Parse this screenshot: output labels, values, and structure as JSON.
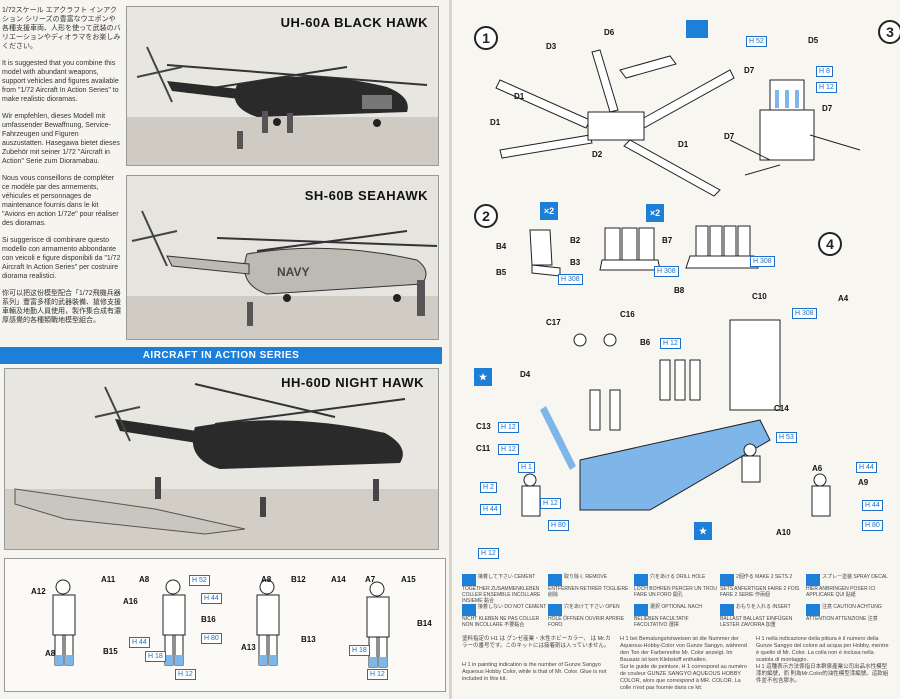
{
  "intro": {
    "jp": "1/72スケール エアクラフト インアクション シリーズの豊富なウエポンや各種支援車両、人形を使って武装のバリエーションやディオラマをお楽しみください。",
    "en": "It is suggested that you combine this model with abundant weapons, support vehicles and figures available from \"1/72 Aircraft In Action Series\" to make realistic dioramas.",
    "de": "Wir empfehlen, dieses Modell mit umfassender Bewaffnung, Service-Fahrzeugen und Figuren auszustatten. Hasegawa bietet dieses Zubehör mit seiner 1/72 \"Aircraft in Action\" Serie zum Dioramabau.",
    "fr": "Nous vous conseillons de compléter ce modèle par des armements, véhicules et personnages de maintenance fournis dans le kit \"Avions en action 1/72e\" pour réaliser des dioramas.",
    "it": "Si suggerisce di combinare questo modello con armamento abbondante con veicoli e figure disponibili da \"1/72 Aircraft In Action Series\" per costruire diorama realistici.",
    "zh": "你可以把这份模型配合「1/72飛機兵器系列」豐富多樣的武器裝備、搶修支援車輛及地勤人員使用，製作集合成有濃厚感覺的各種類戰地模型組合。"
  },
  "photos": {
    "uh60": {
      "title": "UH-60A BLACK HAWK"
    },
    "sh60": {
      "title": "SH-60B SEAHAWK"
    },
    "hh60": {
      "title": "HH-60D NIGHT HAWK"
    }
  },
  "series_bar": "AIRCRAFT IN ACTION SERIES",
  "figures": {
    "labels": [
      "A12",
      "A11",
      "A8",
      "B15",
      "A8",
      "A16",
      "B16",
      "H 44",
      "H 18",
      "H 12",
      "H 52",
      "H 44",
      "H 80",
      "A8",
      "B12",
      "A13",
      "B13",
      "A14",
      "A7",
      "A15",
      "B14",
      "H 18",
      "H 12"
    ]
  },
  "steps": {
    "s1": {
      "num": "1",
      "parts": [
        "D6",
        "D3",
        "D1",
        "D1",
        "D2",
        "D1",
        "D5",
        "D7",
        "D7",
        "D7",
        "H 52",
        "H 8",
        "H 12"
      ]
    },
    "s2": {
      "num": "2",
      "x2a": "×2",
      "x2b": "×2",
      "parts": [
        "B4",
        "B5",
        "B2",
        "B3",
        "B8",
        "B7",
        "H 308",
        "H 308",
        "H 308"
      ]
    },
    "s3": {
      "num": "3"
    },
    "s4": {
      "num": "4",
      "parts": [
        "A4"
      ]
    },
    "s5": {
      "parts": [
        "C10",
        "C17",
        "C16",
        "B6",
        "D4",
        "C13",
        "C11",
        "C14",
        "H 308",
        "H 12",
        "H 53",
        "H 12",
        "H 12",
        "H 1",
        "H 2",
        "H 44",
        "H 12",
        "H 80",
        "H 12"
      ]
    },
    "s6": {
      "parts": [
        "A6",
        "A9",
        "A10",
        "H 44",
        "H 44",
        "H 80"
      ]
    }
  },
  "legend": [
    {
      "label": "接着して下さい\nCEMENT TOGETHER\nZUSAMMENKLEBEN\nCOLLER ENSEMBLE\nINCOLLARE INSIEME\n黏合"
    },
    {
      "label": "取り除く\nREMOVE\nENTFERNEN\nRETIRER\nTOGLIERE\n削除"
    },
    {
      "label": "穴をあける\nDRILL HOLE\nLOCH BOHREN\nPERCER UN TROU\nFARE UN FORO\n開孔"
    },
    {
      "label": "2個作る\nMAKE 2 SETS\n2 SETS ANFERTIGEN\nFAIRE 2 FOIS\nFARE 2 SERIE\n作兩個"
    },
    {
      "label": "スプレー塗装\nSPRAY DECAL\nHIER ANBRINGEN\nPOSER ICI\nAPPLICARE QUI\n貼紙"
    },
    {
      "label": "接着しない\nDO NOT CEMENT\nNICHT KLEBEN\nNE PAS COLLER\nNON INCOLLARE\n不要黏合"
    },
    {
      "label": "穴をあけて下さい\nOPEN HOLE\nÖFFNEN\nOUVRIR\nAPRIRE FORO"
    },
    {
      "label": "選択\nOPTIONAL\nNACH BELIEBEN\nFACULTATIF\nFACOLTATIVO\n選擇"
    },
    {
      "label": "おもりを入れる\nINSERT BALLAST\nBALLAST EINFÜGEN\nLESTER\nZAVORRA\n加重"
    },
    {
      "label": "注意\nCAUTION\nACHTUNG\nATTENTION\nATTENZIONE\n注意"
    }
  ],
  "footnotes": {
    "jp": "塗料指定の H1 は グンゼ産業・水性ホビーカラー、 は Mr.カラーの番号です。このキットには接着剤は入っていません。",
    "en": "H 1 in painting indication is the number of Gunze Sangyo Aqueous Hobby Color, while is that of Mr. Color. Glue is not included in this kit.",
    "de": "H 1 bei Bemalungshinweisen ist die Nummer der Aqueous-Hobby-Color von Gunze Sangyo, während den Ton der Farbenreihe Mr. Color anzeigt. Im Bausatz ist kein Klebstoff enthalten.",
    "fr": "Sur le guide de peinture, H 1 correspond au numéro de couleur GUNZE SANGYO AQUEOUS HOBBY COLOR, alors que correspond à MR. COLOR. La colle n'est pas fournie dans ce kit.",
    "it": "H 1 nella indicazione della pittura è il numero della Gunze Sangyo del colore ad acqua per Hobby, mentre è quello di Mr. Color. La colla non è inclusa nella scatola di montaggio.",
    "zh": "H 1 這種表示方法係指日本群泉產業公司出品水性模型漆的編號，而 則為Mr.Color的油性模型漆編號。這款組件並不包含膠水。"
  },
  "colors": {
    "accent": "#1e7fd8",
    "ink": "#222222",
    "paper": "#f6f4ef"
  }
}
